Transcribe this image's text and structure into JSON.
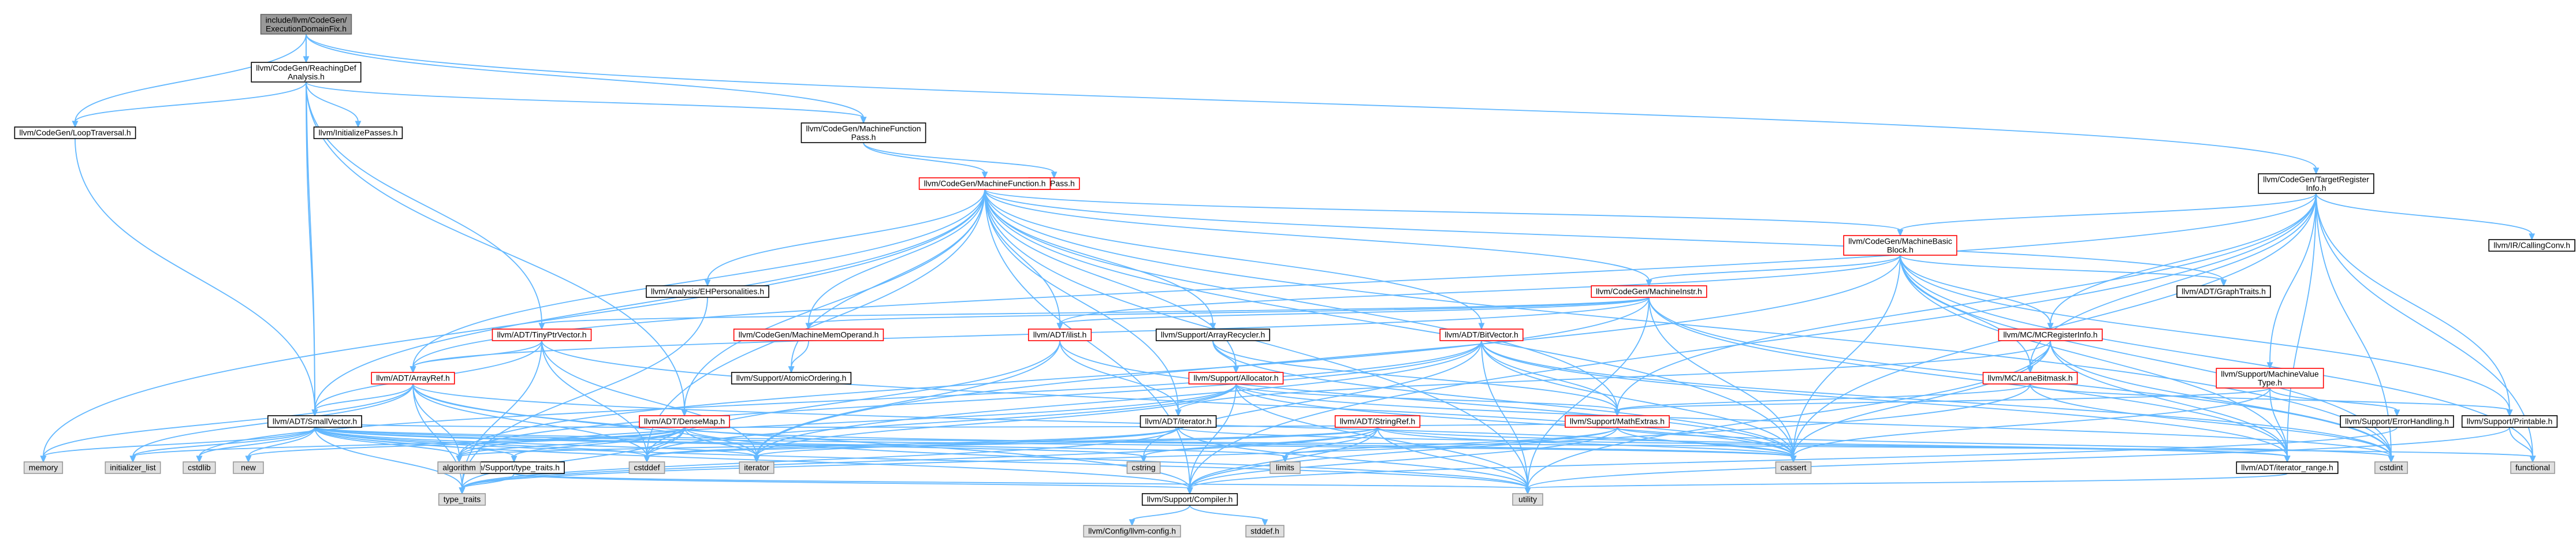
{
  "colors": {
    "edge": "#63B8FF",
    "root_fill": "#999999",
    "root_border": "#666666",
    "node_fill": "#FFFFFF",
    "node_border": "#000000",
    "incomplete_border": "#FF0000",
    "system_fill": "#E0E0E0",
    "system_border": "#999999"
  },
  "graph": {
    "nodes": [
      {
        "id": "root",
        "kind": "root",
        "lines": [
          "include/llvm/CodeGen/",
          "ExecutionDomainFix.h"
        ]
      },
      {
        "id": "rda",
        "kind": "normal",
        "lines": [
          "llvm/CodeGen/ReachingDef",
          "Analysis.h"
        ]
      },
      {
        "id": "loop",
        "kind": "normal",
        "lines": [
          "llvm/CodeGen/LoopTraversal.h"
        ]
      },
      {
        "id": "initpass",
        "kind": "normal",
        "lines": [
          "llvm/InitializePasses.h"
        ]
      },
      {
        "id": "mfpass",
        "kind": "normal",
        "lines": [
          "llvm/CodeGen/MachineFunction",
          "Pass.h"
        ]
      },
      {
        "id": "pass",
        "kind": "incomplete",
        "lines": [
          "llvm/Pass.h"
        ]
      },
      {
        "id": "mf",
        "kind": "incomplete",
        "lines": [
          "llvm/CodeGen/MachineFunction.h"
        ]
      },
      {
        "id": "tri",
        "kind": "normal",
        "lines": [
          "llvm/CodeGen/TargetRegister",
          "Info.h"
        ]
      },
      {
        "id": "mbb",
        "kind": "incomplete",
        "lines": [
          "llvm/CodeGen/MachineBasic",
          "Block.h"
        ]
      },
      {
        "id": "cconv",
        "kind": "normal",
        "lines": [
          "llvm/IR/CallingConv.h"
        ]
      },
      {
        "id": "ehpers",
        "kind": "normal",
        "lines": [
          "llvm/Analysis/EHPersonalities.h"
        ]
      },
      {
        "id": "minstr",
        "kind": "incomplete",
        "lines": [
          "llvm/CodeGen/MachineInstr.h"
        ]
      },
      {
        "id": "graphtraits",
        "kind": "normal",
        "lines": [
          "llvm/ADT/GraphTraits.h"
        ]
      },
      {
        "id": "tinyptr",
        "kind": "incomplete",
        "lines": [
          "llvm/ADT/TinyPtrVector.h"
        ]
      },
      {
        "id": "mmo",
        "kind": "incomplete",
        "lines": [
          "llvm/CodeGen/MachineMemOperand.h"
        ]
      },
      {
        "id": "ilist",
        "kind": "incomplete",
        "lines": [
          "llvm/ADT/ilist.h"
        ]
      },
      {
        "id": "arrrec",
        "kind": "normal",
        "lines": [
          "llvm/Support/ArrayRecycler.h"
        ]
      },
      {
        "id": "bitvec",
        "kind": "incomplete",
        "lines": [
          "llvm/ADT/BitVector.h"
        ]
      },
      {
        "id": "mcreg",
        "kind": "incomplete",
        "lines": [
          "llvm/MC/MCRegisterInfo.h"
        ]
      },
      {
        "id": "arrayref",
        "kind": "incomplete",
        "lines": [
          "llvm/ADT/ArrayRef.h"
        ]
      },
      {
        "id": "atomicord",
        "kind": "normal",
        "lines": [
          "llvm/Support/AtomicOrdering.h"
        ]
      },
      {
        "id": "allocator",
        "kind": "incomplete",
        "lines": [
          "llvm/Support/Allocator.h"
        ]
      },
      {
        "id": "lanebm",
        "kind": "incomplete",
        "lines": [
          "llvm/MC/LaneBitmask.h"
        ]
      },
      {
        "id": "mvt",
        "kind": "incomplete",
        "lines": [
          "llvm/Support/MachineValue",
          "Type.h"
        ]
      },
      {
        "id": "densemap",
        "kind": "incomplete",
        "lines": [
          "llvm/ADT/DenseMap.h"
        ]
      },
      {
        "id": "smallvec",
        "kind": "normal",
        "lines": [
          "llvm/ADT/SmallVector.h"
        ]
      },
      {
        "id": "iterator",
        "kind": "normal",
        "lines": [
          "llvm/ADT/iterator.h"
        ]
      },
      {
        "id": "stringref",
        "kind": "incomplete",
        "lines": [
          "llvm/ADT/StringRef.h"
        ]
      },
      {
        "id": "mathextras",
        "kind": "incomplete",
        "lines": [
          "llvm/Support/MathExtras.h"
        ]
      },
      {
        "id": "errhandling",
        "kind": "normal",
        "lines": [
          "llvm/Support/ErrorHandling.h"
        ]
      },
      {
        "id": "printable",
        "kind": "normal",
        "lines": [
          "llvm/Support/Printable.h"
        ]
      },
      {
        "id": "typetraits",
        "kind": "normal",
        "lines": [
          "llvm/Support/type_traits.h"
        ]
      },
      {
        "id": "iterrange",
        "kind": "normal",
        "lines": [
          "llvm/ADT/iterator_range.h"
        ]
      },
      {
        "id": "compiler",
        "kind": "normal",
        "lines": [
          "llvm/Support/Compiler.h"
        ]
      },
      {
        "id": "config",
        "kind": "system",
        "lines": [
          "llvm/Config/llvm-config.h"
        ]
      },
      {
        "id": "s_memory",
        "kind": "system",
        "lines": [
          "memory"
        ]
      },
      {
        "id": "s_initlist",
        "kind": "system",
        "lines": [
          "initializer_list"
        ]
      },
      {
        "id": "s_cstdlib",
        "kind": "system",
        "lines": [
          "cstdlib"
        ]
      },
      {
        "id": "s_new",
        "kind": "system",
        "lines": [
          "new"
        ]
      },
      {
        "id": "s_algorithm",
        "kind": "system",
        "lines": [
          "algorithm"
        ]
      },
      {
        "id": "s_cstddef",
        "kind": "system",
        "lines": [
          "cstddef"
        ]
      },
      {
        "id": "s_iterator",
        "kind": "system",
        "lines": [
          "iterator"
        ]
      },
      {
        "id": "s_cstring",
        "kind": "system",
        "lines": [
          "cstring"
        ]
      },
      {
        "id": "s_limits",
        "kind": "system",
        "lines": [
          "limits"
        ]
      },
      {
        "id": "s_cassert",
        "kind": "system",
        "lines": [
          "cassert"
        ]
      },
      {
        "id": "s_cstdint",
        "kind": "system",
        "lines": [
          "cstdint"
        ]
      },
      {
        "id": "s_functional",
        "kind": "system",
        "lines": [
          "functional"
        ]
      },
      {
        "id": "s_typetraits",
        "kind": "system",
        "lines": [
          "type_traits"
        ]
      },
      {
        "id": "s_utility",
        "kind": "system",
        "lines": [
          "utility"
        ]
      },
      {
        "id": "s_stddef",
        "kind": "system",
        "lines": [
          "stddef.h"
        ]
      }
    ],
    "edges": [
      [
        "root",
        "rda"
      ],
      [
        "root",
        "loop"
      ],
      [
        "root",
        "mfpass"
      ],
      [
        "root",
        "tri"
      ],
      [
        "root",
        "smallvec"
      ],
      [
        "rda",
        "loop"
      ],
      [
        "rda",
        "initpass"
      ],
      [
        "rda",
        "mfpass"
      ],
      [
        "rda",
        "tinyptr"
      ],
      [
        "rda",
        "densemap"
      ],
      [
        "rda",
        "smallvec"
      ],
      [
        "loop",
        "smallvec"
      ],
      [
        "mfpass",
        "pass"
      ],
      [
        "mfpass",
        "mf"
      ],
      [
        "mf",
        "ehpers"
      ],
      [
        "mf",
        "mbb"
      ],
      [
        "mf",
        "minstr"
      ],
      [
        "mf",
        "mmo"
      ],
      [
        "mf",
        "ilist"
      ],
      [
        "mf",
        "arrrec"
      ],
      [
        "mf",
        "bitvec"
      ],
      [
        "mf",
        "arrayref"
      ],
      [
        "mf",
        "densemap"
      ],
      [
        "mf",
        "smallvec"
      ],
      [
        "mf",
        "iterator"
      ],
      [
        "mf",
        "allocator"
      ],
      [
        "mf",
        "atomicord"
      ],
      [
        "mf",
        "mathextras"
      ],
      [
        "mf",
        "graphtraits"
      ],
      [
        "mf",
        "compiler"
      ],
      [
        "mf",
        "recycler"
      ],
      [
        "mf",
        "s_memory"
      ],
      [
        "mf",
        "s_cassert"
      ],
      [
        "mf",
        "s_cstddef"
      ],
      [
        "mf",
        "s_cstdint"
      ],
      [
        "mf",
        "s_utility"
      ],
      [
        "tri",
        "mbb"
      ],
      [
        "tri",
        "cconv"
      ],
      [
        "tri",
        "mcreg"
      ],
      [
        "tri",
        "lanebm"
      ],
      [
        "tri",
        "mvt"
      ],
      [
        "tri",
        "arrayref"
      ],
      [
        "tri",
        "printable"
      ],
      [
        "tri",
        "mathextras"
      ],
      [
        "tri",
        "iterrange"
      ],
      [
        "tri",
        "compiler"
      ],
      [
        "tri",
        "s_cassert"
      ],
      [
        "tri",
        "s_cstdint"
      ],
      [
        "tri",
        "s_functional"
      ],
      [
        "mbb",
        "minstr"
      ],
      [
        "mbb",
        "graphtraits"
      ],
      [
        "mbb",
        "ilist"
      ],
      [
        "mbb",
        "lanebm"
      ],
      [
        "mbb",
        "mcreg"
      ],
      [
        "mbb",
        "iterrange"
      ],
      [
        "mbb",
        "printable"
      ],
      [
        "mbb",
        "s_cassert"
      ],
      [
        "mbb",
        "s_cstdint"
      ],
      [
        "mbb",
        "s_functional"
      ],
      [
        "mbb",
        "s_iterator"
      ],
      [
        "minstr",
        "mmo"
      ],
      [
        "minstr",
        "arrayref"
      ],
      [
        "minstr",
        "ilist"
      ],
      [
        "minstr",
        "iterrange"
      ],
      [
        "minstr",
        "tinyptr"
      ],
      [
        "minstr",
        "s_algorithm"
      ],
      [
        "minstr",
        "s_cassert"
      ],
      [
        "minstr",
        "s_cstdint"
      ],
      [
        "minstr",
        "s_utility"
      ],
      [
        "ehpers",
        "s_typetraits"
      ],
      [
        "tinyptr",
        "arrayref"
      ],
      [
        "tinyptr",
        "smallvec"
      ],
      [
        "tinyptr",
        "s_cassert"
      ],
      [
        "tinyptr",
        "s_cstddef"
      ],
      [
        "tinyptr",
        "s_iterator"
      ],
      [
        "tinyptr",
        "s_typetraits"
      ],
      [
        "mmo",
        "atomicord"
      ],
      [
        "ilist",
        "iterator"
      ],
      [
        "ilist",
        "s_cassert"
      ],
      [
        "ilist",
        "s_cstddef"
      ],
      [
        "ilist",
        "s_iterator"
      ],
      [
        "arrrec",
        "allocator"
      ],
      [
        "arrrec",
        "mathextras"
      ],
      [
        "arrrec",
        "s_cassert"
      ],
      [
        "bitvec",
        "iterrange"
      ],
      [
        "bitvec",
        "mathextras"
      ],
      [
        "bitvec",
        "s_algorithm"
      ],
      [
        "bitvec",
        "s_cassert"
      ],
      [
        "bitvec",
        "s_climits"
      ],
      [
        "bitvec",
        "s_cstdint"
      ],
      [
        "bitvec",
        "s_cstdlib"
      ],
      [
        "bitvec",
        "s_cstring"
      ],
      [
        "bitvec",
        "s_iterator"
      ],
      [
        "bitvec",
        "s_utility"
      ],
      [
        "mcreg",
        "lanebm"
      ],
      [
        "mcreg",
        "iterator"
      ],
      [
        "mcreg",
        "iterrange"
      ],
      [
        "mcreg",
        "s_cassert"
      ],
      [
        "mcreg",
        "s_cstdint"
      ],
      [
        "mcreg",
        "s_utility"
      ],
      [
        "arrayref",
        "smallvec"
      ],
      [
        "arrayref",
        "compiler"
      ],
      [
        "arrayref",
        "s_algorithm"
      ],
      [
        "arrayref",
        "s_array"
      ],
      [
        "arrayref",
        "s_cassert"
      ],
      [
        "arrayref",
        "s_cstddef"
      ],
      [
        "arrayref",
        "s_initlist"
      ],
      [
        "arrayref",
        "s_iterator"
      ],
      [
        "arrayref",
        "s_memory"
      ],
      [
        "arrayref",
        "s_typetraits"
      ],
      [
        "allocator",
        "mathextras"
      ],
      [
        "allocator",
        "compiler"
      ],
      [
        "allocator",
        "s_algorithm"
      ],
      [
        "allocator",
        "s_cassert"
      ],
      [
        "allocator",
        "s_cstddef"
      ],
      [
        "allocator",
        "s_cstdint"
      ],
      [
        "allocator",
        "s_iterator"
      ],
      [
        "allocator",
        "s_utility"
      ],
      [
        "lanebm",
        "mathextras"
      ],
      [
        "lanebm",
        "printable"
      ],
      [
        "lanebm",
        "compiler"
      ],
      [
        "lanebm",
        "s_cstdint"
      ],
      [
        "mvt",
        "errhandling"
      ],
      [
        "mvt",
        "iterrange"
      ],
      [
        "mvt",
        "mathextras"
      ],
      [
        "mvt",
        "s_cassert"
      ],
      [
        "densemap",
        "smallvec"
      ],
      [
        "densemap",
        "mathextras"
      ],
      [
        "densemap",
        "typetraits"
      ],
      [
        "densemap",
        "s_algorithm"
      ],
      [
        "densemap",
        "s_cassert"
      ],
      [
        "densemap",
        "s_cstddef"
      ],
      [
        "densemap",
        "s_initlist"
      ],
      [
        "densemap",
        "s_iterator"
      ],
      [
        "densemap",
        "s_new"
      ],
      [
        "densemap",
        "s_typetraits"
      ],
      [
        "densemap",
        "s_utility"
      ],
      [
        "smallvec",
        "typetraits"
      ],
      [
        "smallvec",
        "compiler"
      ],
      [
        "smallvec",
        "s_algorithm"
      ],
      [
        "smallvec",
        "s_cassert"
      ],
      [
        "smallvec",
        "s_cstddef"
      ],
      [
        "smallvec",
        "s_cstdlib"
      ],
      [
        "smallvec",
        "s_cstring"
      ],
      [
        "smallvec",
        "s_functional"
      ],
      [
        "smallvec",
        "s_initlist"
      ],
      [
        "smallvec",
        "s_iterator"
      ],
      [
        "smallvec",
        "s_limits"
      ],
      [
        "smallvec",
        "s_memory"
      ],
      [
        "smallvec",
        "s_new"
      ],
      [
        "smallvec",
        "s_typetraits"
      ],
      [
        "smallvec",
        "s_utility"
      ],
      [
        "iterator",
        "iterrange"
      ],
      [
        "iterator",
        "s_cstddef"
      ],
      [
        "iterator",
        "s_iterator"
      ],
      [
        "iterator",
        "s_typetraits"
      ],
      [
        "iterator",
        "s_utility"
      ],
      [
        "stringref",
        "iterrange"
      ],
      [
        "stringref",
        "compiler"
      ],
      [
        "stringref",
        "s_algorithm"
      ],
      [
        "stringref",
        "s_cassert"
      ],
      [
        "stringref",
        "s_cstddef"
      ],
      [
        "stringref",
        "s_cstring"
      ],
      [
        "stringref",
        "s_limits"
      ],
      [
        "stringref",
        "s_typetraits"
      ],
      [
        "stringref",
        "s_utility"
      ],
      [
        "mathextras",
        "compiler"
      ],
      [
        "mathextras",
        "s_cassert"
      ],
      [
        "mathextras",
        "s_cstdint"
      ],
      [
        "mathextras",
        "s_limits"
      ],
      [
        "mathextras",
        "s_typetraits"
      ],
      [
        "errhandling",
        "compiler"
      ],
      [
        "printable",
        "s_functional"
      ],
      [
        "printable",
        "s_utility"
      ],
      [
        "typetraits",
        "compiler"
      ],
      [
        "typetraits",
        "s_typetraits"
      ],
      [
        "typetraits",
        "s_utility"
      ],
      [
        "iterrange",
        "s_utility"
      ],
      [
        "compiler",
        "config"
      ],
      [
        "compiler",
        "s_stddef"
      ]
    ]
  }
}
